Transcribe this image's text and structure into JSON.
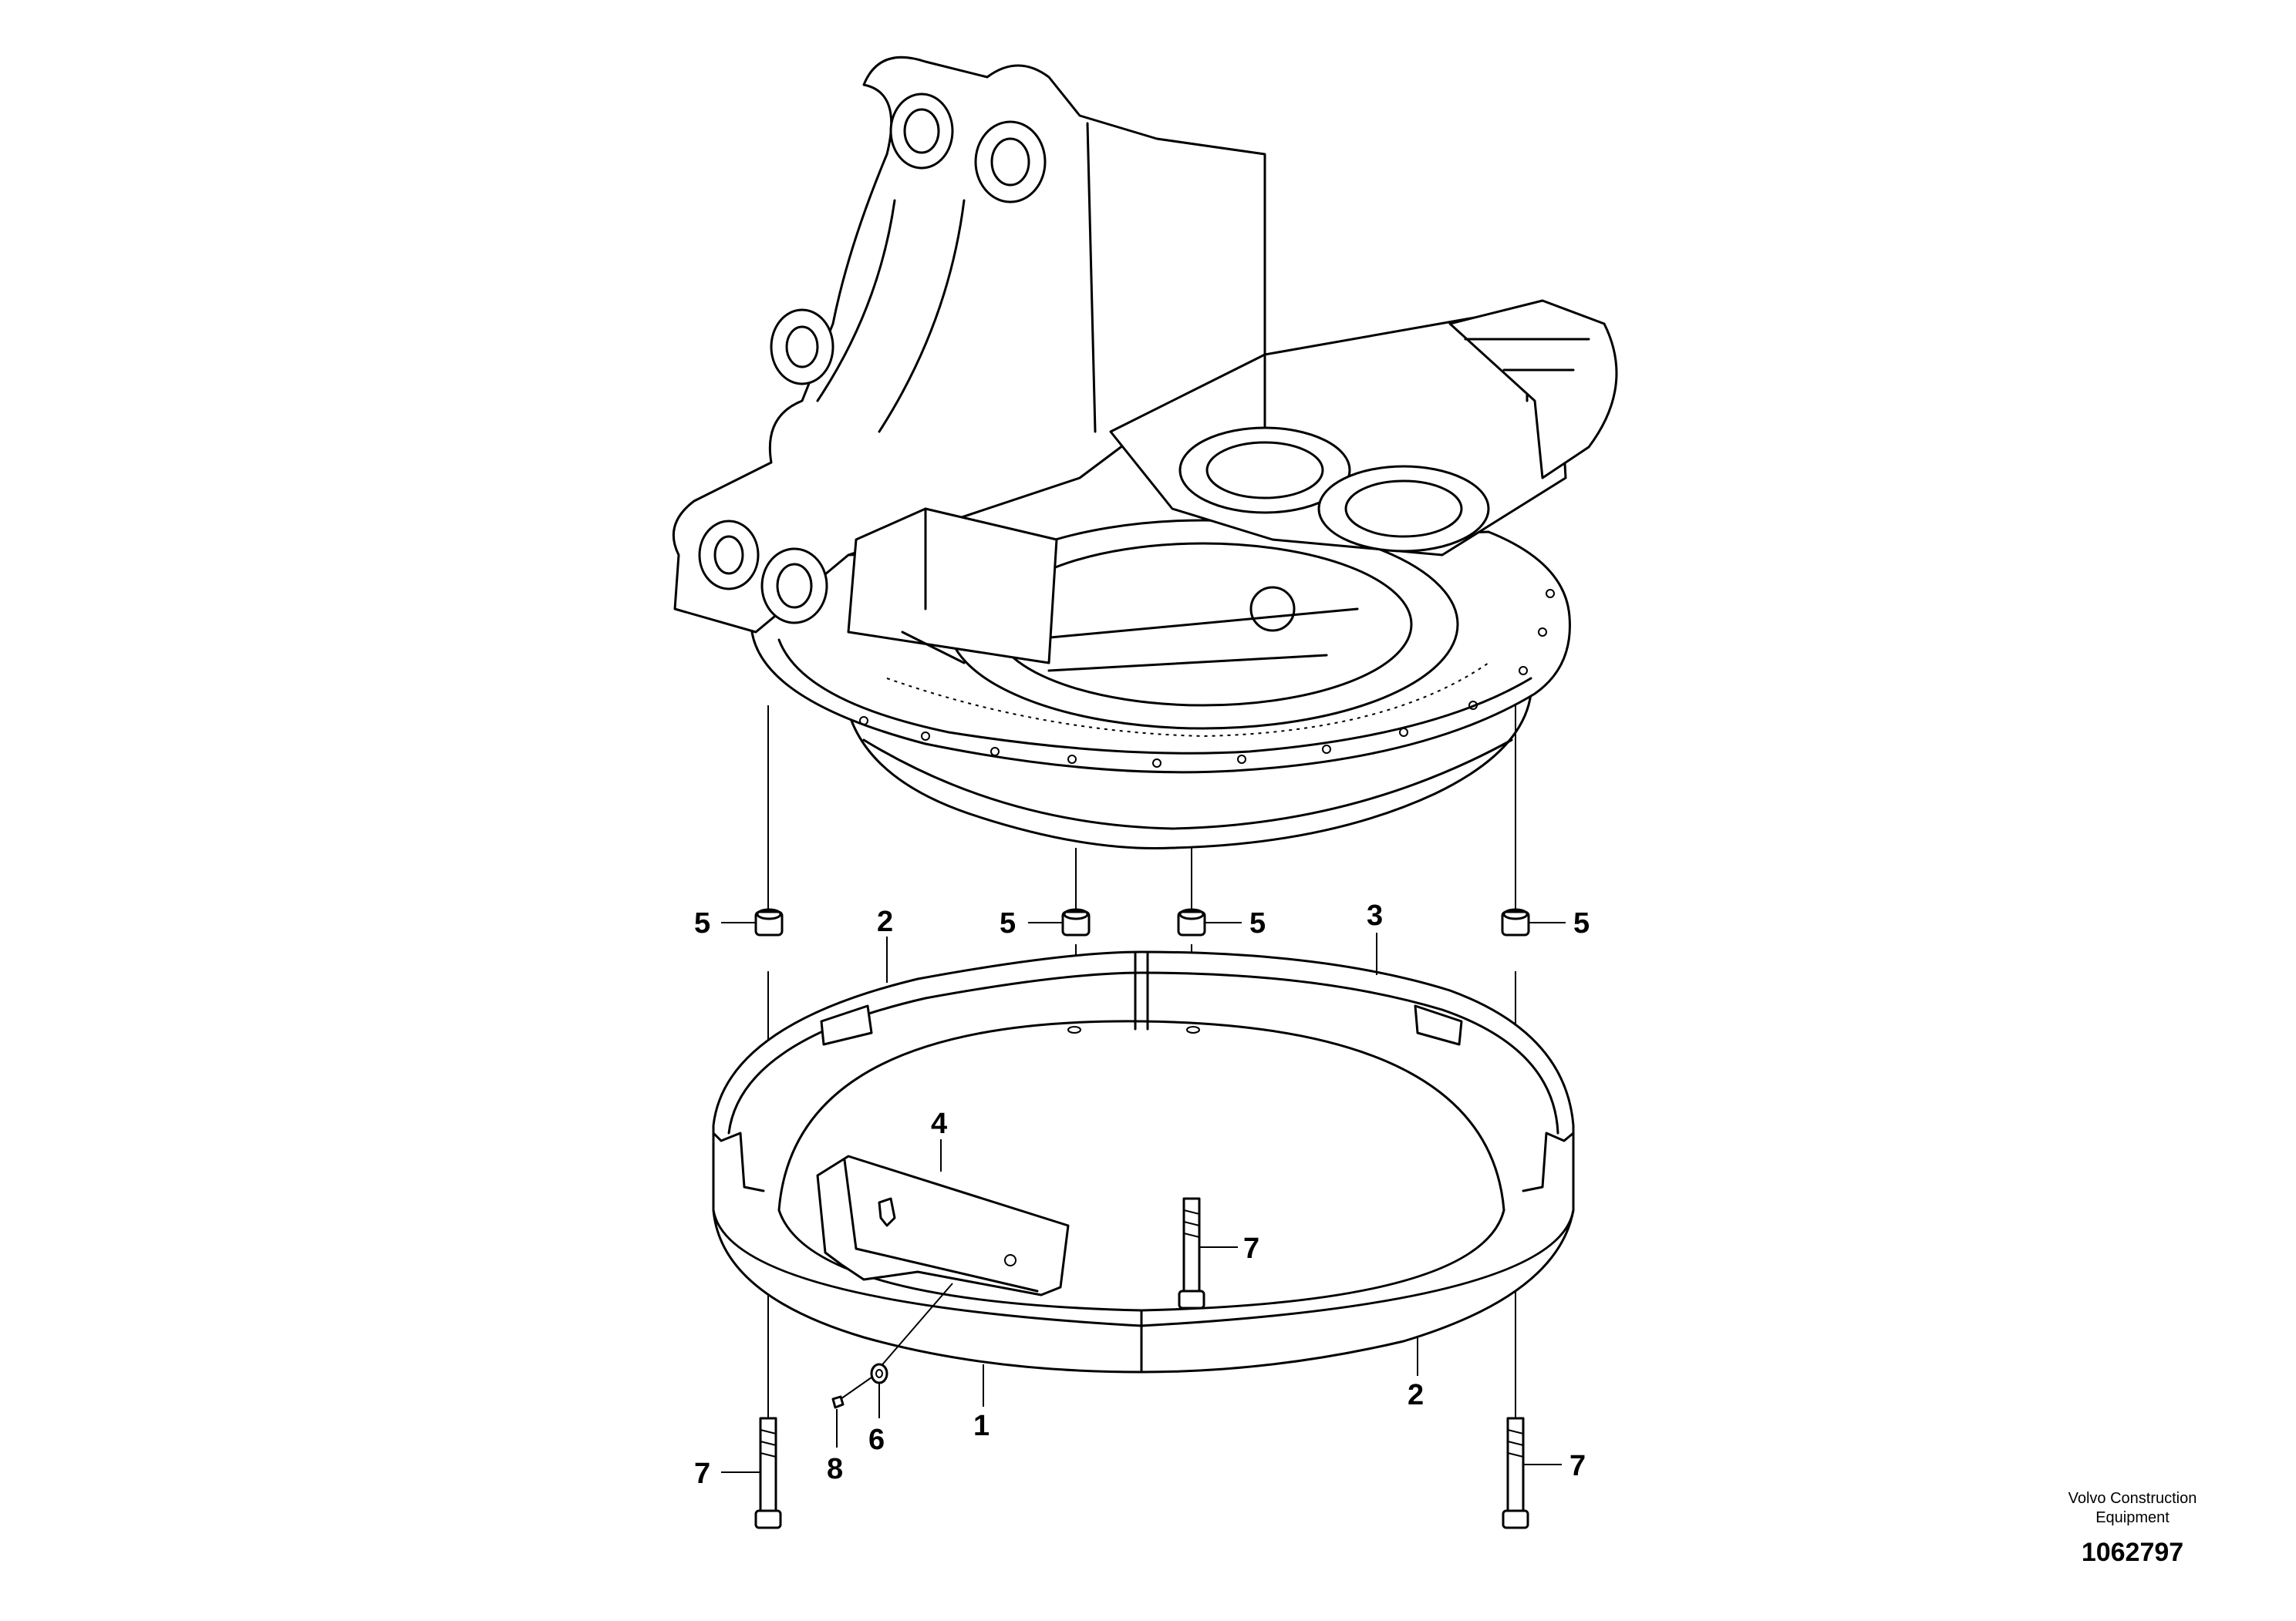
{
  "callouts": {
    "c1": "1",
    "c2a": "2",
    "c2b": "2",
    "c3": "3",
    "c4": "4",
    "c5a": "5",
    "c5b": "5",
    "c5c": "5",
    "c5d": "5",
    "c6": "6",
    "c7a": "7",
    "c7b": "7",
    "c7c": "7",
    "c8": "8"
  },
  "brand": {
    "line1": "Volvo Construction",
    "line2": "Equipment"
  },
  "drawing_number": "1062797"
}
